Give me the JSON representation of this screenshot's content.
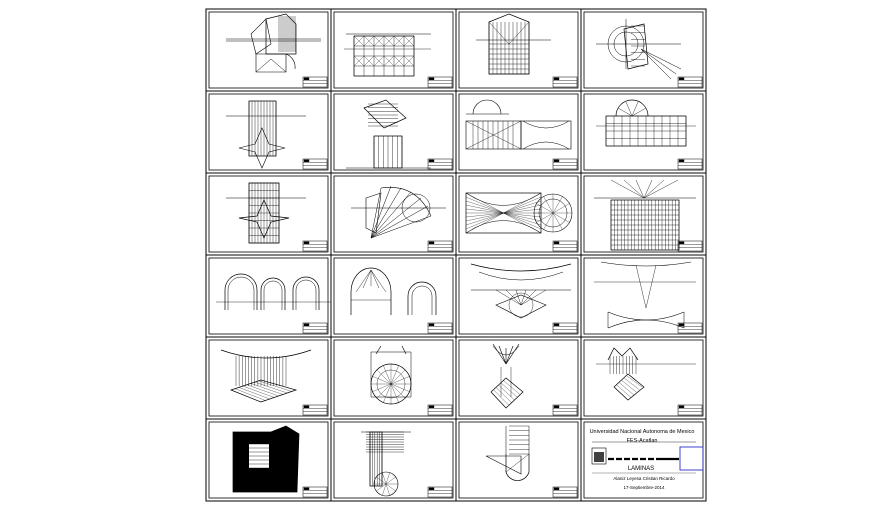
{
  "title_block": {
    "university": "Universidad Nacional Autonoma de Mexico",
    "campus": "FES-Acatlan",
    "subject": "LAMINAS",
    "author": "Alaniz Leyesa Cristian Ricardo",
    "date": "17-Septiembre-2014"
  },
  "grid": {
    "rows": 6,
    "columns": 4
  },
  "plates": [
    {
      "row": 1,
      "col": 1,
      "type": "prism-projection"
    },
    {
      "row": 1,
      "col": 2,
      "type": "diamond-grid"
    },
    {
      "row": 1,
      "col": 3,
      "type": "star-grid"
    },
    {
      "row": 1,
      "col": 4,
      "type": "radial-projection"
    },
    {
      "row": 2,
      "col": 1,
      "type": "star-projection"
    },
    {
      "row": 2,
      "col": 2,
      "type": "tilted-cube"
    },
    {
      "row": 2,
      "col": 3,
      "type": "vault-plan"
    },
    {
      "row": 2,
      "col": 4,
      "type": "dome-plan"
    },
    {
      "row": 3,
      "col": 1,
      "type": "star-dome"
    },
    {
      "row": 3,
      "col": 2,
      "type": "cone-fan"
    },
    {
      "row": 3,
      "col": 3,
      "type": "hyperboloid"
    },
    {
      "row": 3,
      "col": 4,
      "type": "ruled-surface"
    },
    {
      "row": 4,
      "col": 1,
      "type": "arches"
    },
    {
      "row": 4,
      "col": 2,
      "type": "domes"
    },
    {
      "row": 4,
      "col": 3,
      "type": "saddle-section"
    },
    {
      "row": 4,
      "col": 4,
      "type": "hyperbolic-paraboloid"
    },
    {
      "row": 5,
      "col": 1,
      "type": "saddle-mesh"
    },
    {
      "row": 5,
      "col": 2,
      "type": "spiral-disc"
    },
    {
      "row": 5,
      "col": 3,
      "type": "umbrella-shell"
    },
    {
      "row": 5,
      "col": 4,
      "type": "crown-shell"
    },
    {
      "row": 6,
      "col": 1,
      "type": "folded-plate"
    },
    {
      "row": 6,
      "col": 2,
      "type": "column-disc"
    },
    {
      "row": 6,
      "col": 3,
      "type": "cylinder-section"
    },
    {
      "row": 6,
      "col": 4,
      "type": "title-sheet"
    }
  ]
}
